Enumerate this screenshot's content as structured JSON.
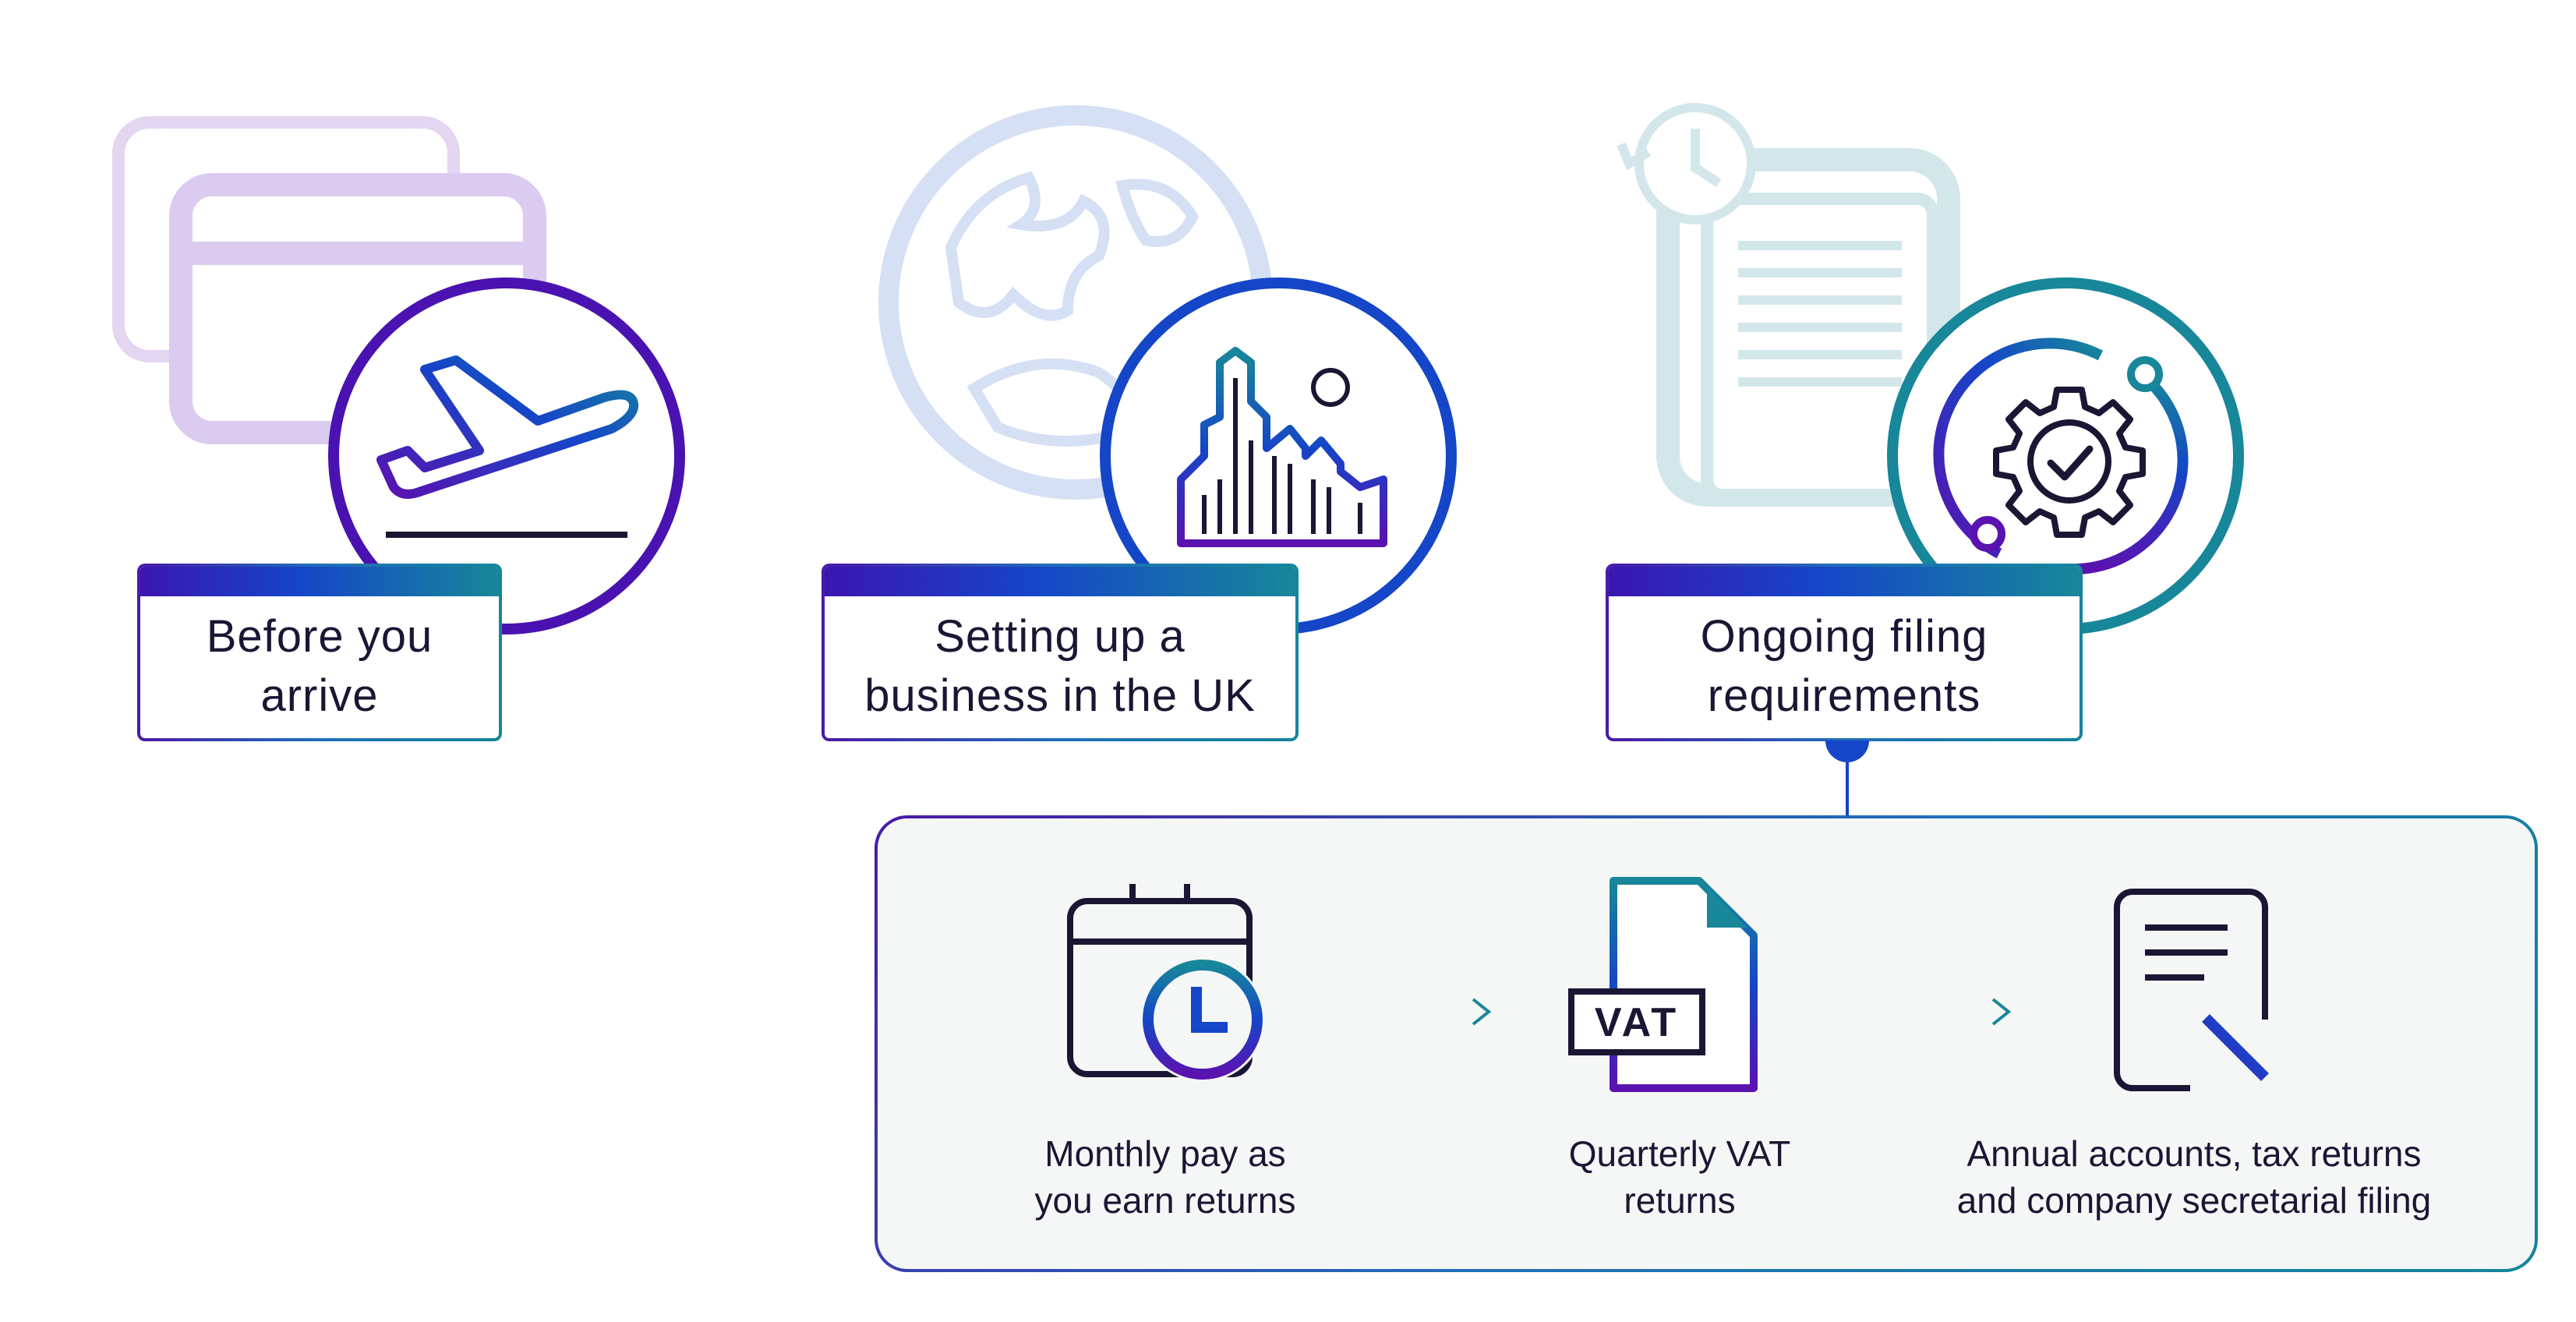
{
  "stages": [
    {
      "id": "before",
      "label_line1": "Before you",
      "label_line2": "arrive",
      "icon": "airplane-takeoff-icon",
      "bg_icon": "credit-cards-icon"
    },
    {
      "id": "setup",
      "label_line1": "Setting up a",
      "label_line2": "business in the UK",
      "icon": "city-skyline-icon",
      "bg_icon": "globe-icon"
    },
    {
      "id": "ongoing",
      "label_line1": "Ongoing filing",
      "label_line2": "requirements",
      "icon": "gear-check-icon",
      "bg_icon": "document-history-icon"
    }
  ],
  "filing_steps": [
    {
      "line1": "Monthly pay as",
      "line2": "you earn returns",
      "icon": "calendar-clock-icon"
    },
    {
      "line1": "Quarterly VAT",
      "line2": "returns",
      "icon": "vat-document-icon",
      "badge": "VAT"
    },
    {
      "line1": "Annual accounts, tax returns",
      "line2": "and company secretarial filing",
      "icon": "document-pen-icon"
    }
  ],
  "colors": {
    "purple": "#4a12b0",
    "blue": "#1546c8",
    "teal": "#178799",
    "ink": "#1a1633",
    "panel_bg": "#f5f7f7"
  }
}
